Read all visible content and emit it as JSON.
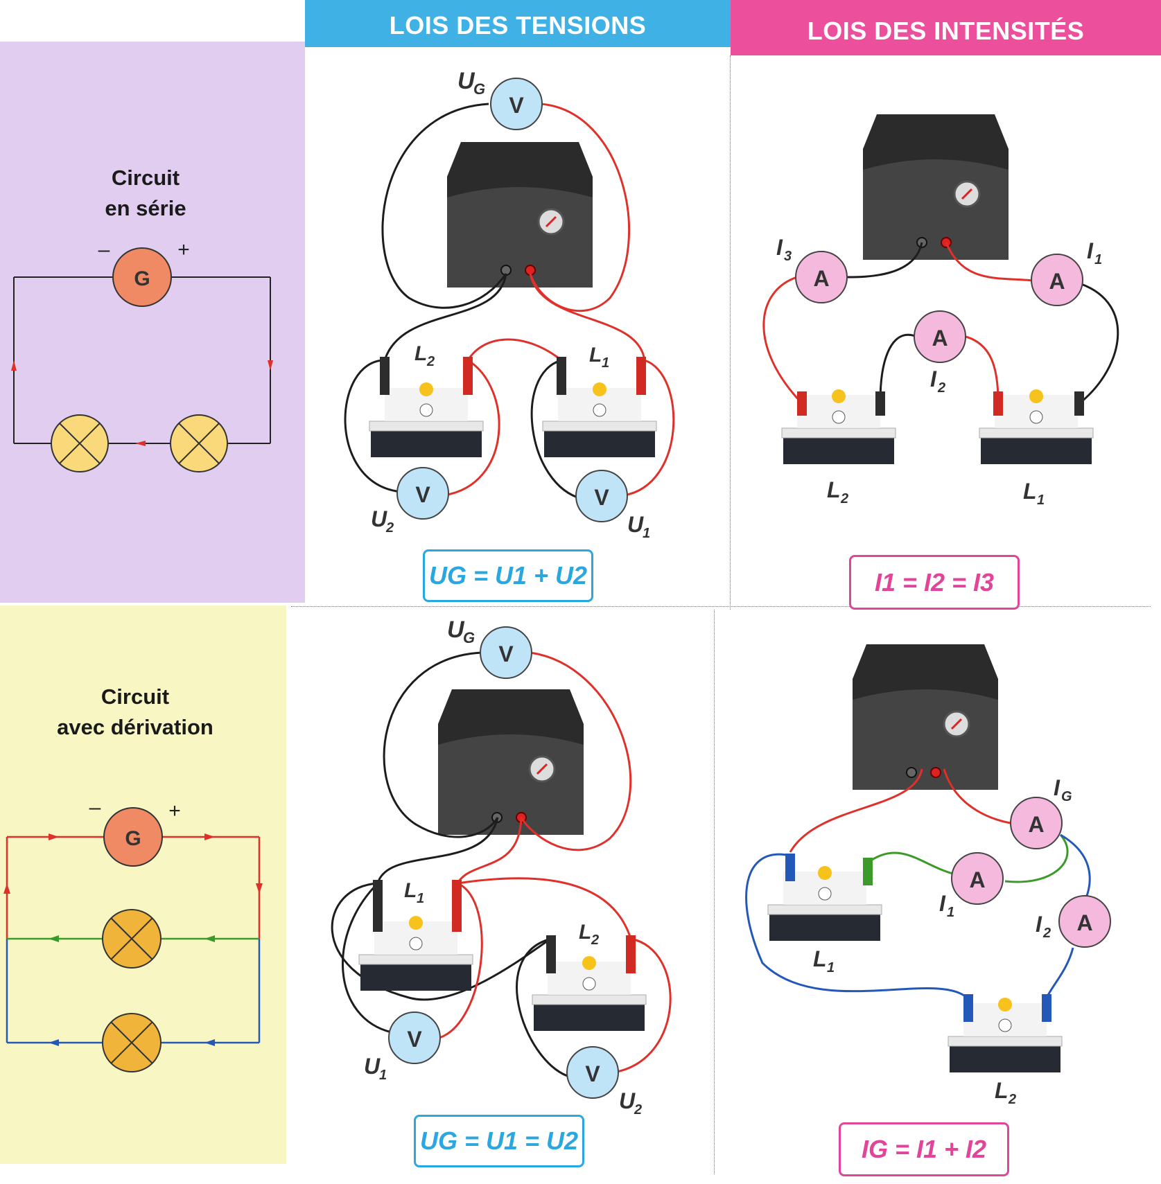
{
  "headers": {
    "tensions": "LOIS DES TENSIONS",
    "intensites": "LOIS DES INTENSITÉS"
  },
  "rows": {
    "serie": {
      "title_line1": "Circuit",
      "title_line2": "en série"
    },
    "derivation": {
      "title_line1": "Circuit",
      "title_line2": "avec dérivation"
    }
  },
  "symbols": {
    "generator": "G",
    "voltmeter": "V",
    "ammeter": "A",
    "minus": "–",
    "plus": "+"
  },
  "labels": {
    "UG": "U",
    "UG_sub": "G",
    "U1": "U",
    "U1_sub": "1",
    "U2": "U",
    "U2_sub": "2",
    "I1": "I",
    "I1_sub": "1",
    "I2": "I",
    "I2_sub": "2",
    "I3": "I",
    "I3_sub": "3",
    "IG": "I",
    "IG_sub": "G",
    "L1": "L",
    "L1_sub": "1",
    "L2": "L",
    "L2_sub": "2"
  },
  "equations": {
    "tension_serie": "UG = U1 + U2",
    "intensite_serie": "I1 = I2 = I3",
    "tension_derivation": "UG = U1 = U2",
    "intensite_derivation": "IG = I1 + I2"
  },
  "colors": {
    "violet": "#e1cdf0",
    "yellow": "#f8f6c2",
    "blue": "#3fb1e5",
    "pink": "#ec4f9b",
    "red_wire": "#e0302a",
    "black_wire": "#1d1d1d",
    "green_wire": "#3c9a2a",
    "blue_wire": "#2458b8"
  }
}
